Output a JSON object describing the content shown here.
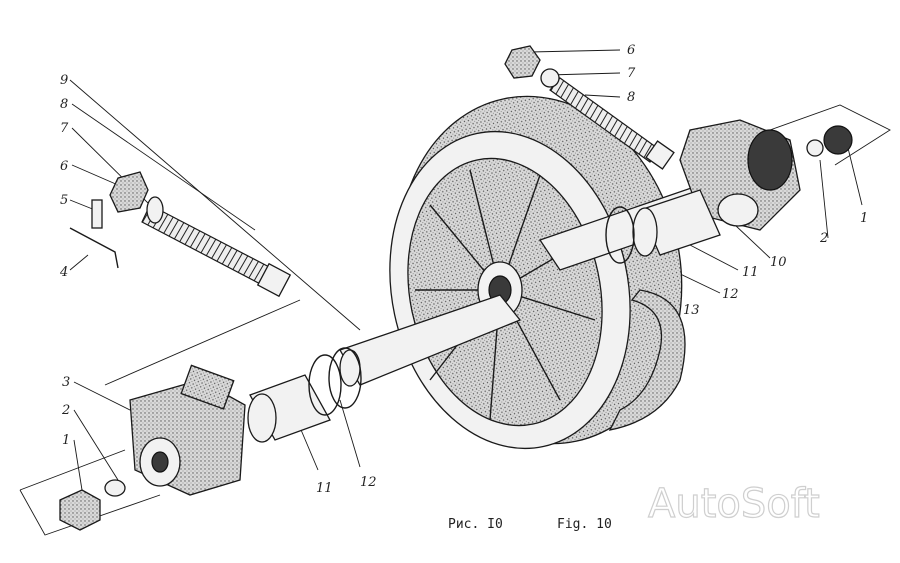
{
  "caption": {
    "ru": "Рис. I0",
    "en": "Fig. 10"
  },
  "watermark": "AutoSoft",
  "labels": {
    "left_9": "9",
    "left_8": "8",
    "left_7": "7",
    "left_6": "6",
    "left_5": "5",
    "left_4": "4",
    "left_3": "3",
    "left_2": "2",
    "left_1": "1",
    "bottom_11": "11",
    "bottom_12": "12",
    "top_6": "6",
    "top_7": "7",
    "top_8": "8",
    "right_1": "1",
    "right_2": "2",
    "right_10": "10",
    "right_11": "11",
    "right_12": "12",
    "right_13": "13"
  },
  "icons": [
    "idler-wheel",
    "axle",
    "bolt",
    "nut",
    "washer",
    "spring-pin",
    "bracket",
    "bushing",
    "seal-ring",
    "scraper"
  ]
}
